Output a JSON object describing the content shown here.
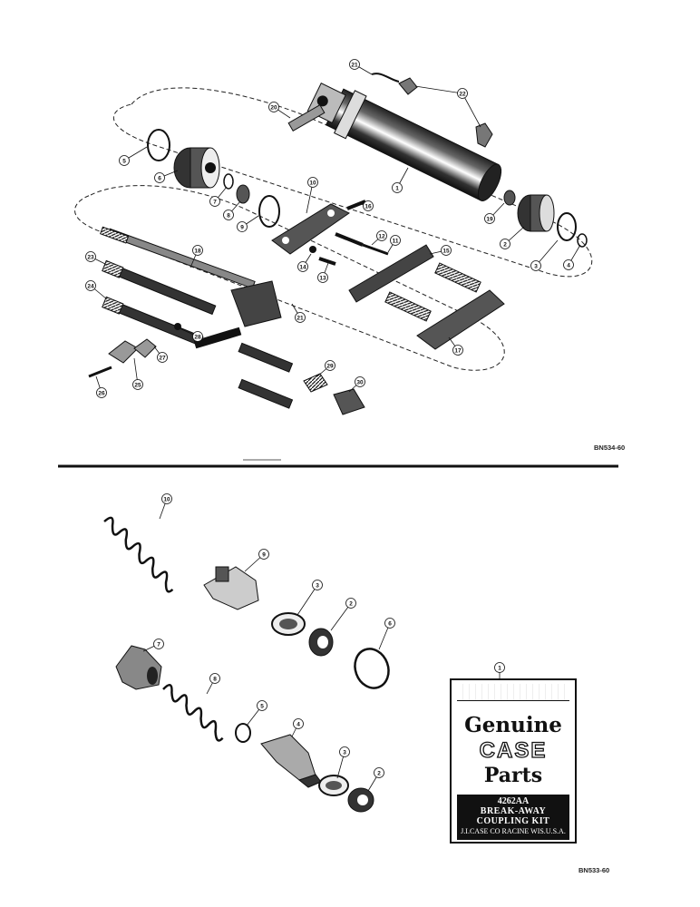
{
  "figures": [
    {
      "ref": "BN534-60"
    },
    {
      "ref": "BN533-60"
    }
  ],
  "callouts_top": [
    "1",
    "2",
    "3",
    "4",
    "5",
    "6",
    "7",
    "8",
    "9",
    "10",
    "11",
    "12",
    "13",
    "14",
    "15",
    "16",
    "17",
    "18",
    "19",
    "20",
    "21",
    "21",
    "22",
    "23",
    "24",
    "25",
    "26",
    "27",
    "28",
    "29",
    "30"
  ],
  "callouts_bottom": [
    "1",
    "2",
    "2",
    "3",
    "3",
    "4",
    "5",
    "6",
    "7",
    "8",
    "9",
    "10"
  ],
  "kit_box": {
    "callout": "1",
    "line1": "Genuine",
    "line2": "CASE",
    "line3": "Parts",
    "band_line1": "4262AA",
    "band_line2": "BREAK-AWAY",
    "band_line3": "COUPLING KIT",
    "band_line4": "J.I.CASE CO RACINE WIS.U.S.A."
  }
}
